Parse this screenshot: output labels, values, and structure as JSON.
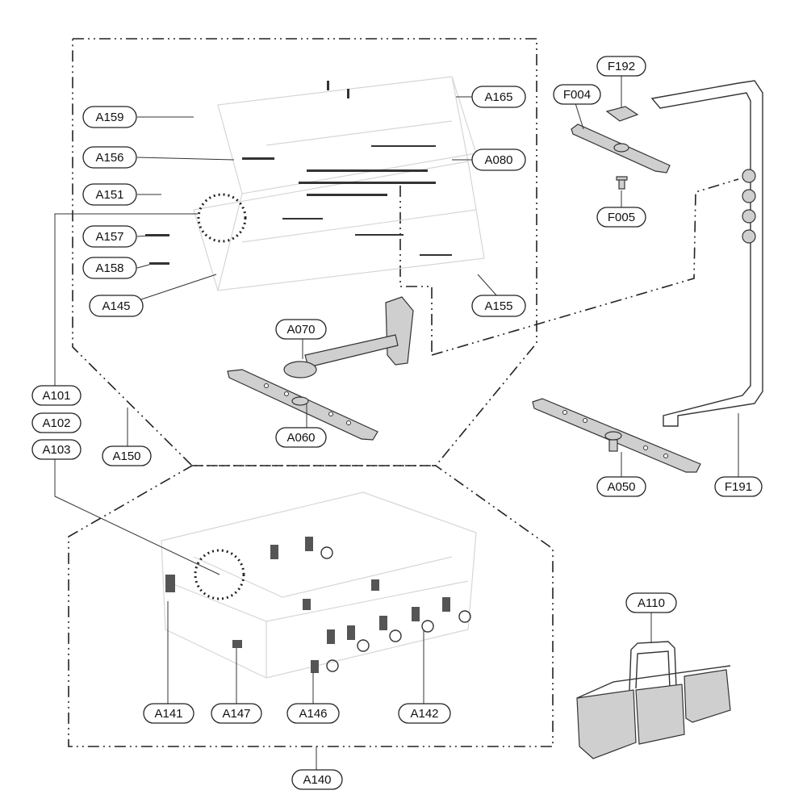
{
  "diagram": {
    "labels": {
      "A159": "A159",
      "A165": "A165",
      "A156": "A156",
      "A080": "A080",
      "A151": "A151",
      "A157": "A157",
      "A158": "A158",
      "A145": "A145",
      "A155": "A155",
      "A070": "A070",
      "A101": "A101",
      "A102": "A102",
      "A103": "A103",
      "A150": "A150",
      "A060": "A060",
      "F192": "F192",
      "F004": "F004",
      "F005": "F005",
      "A050": "A050",
      "F191": "F191",
      "A110": "A110",
      "A141": "A141",
      "A147": "A147",
      "A146": "A146",
      "A142": "A142",
      "A140": "A140"
    }
  }
}
